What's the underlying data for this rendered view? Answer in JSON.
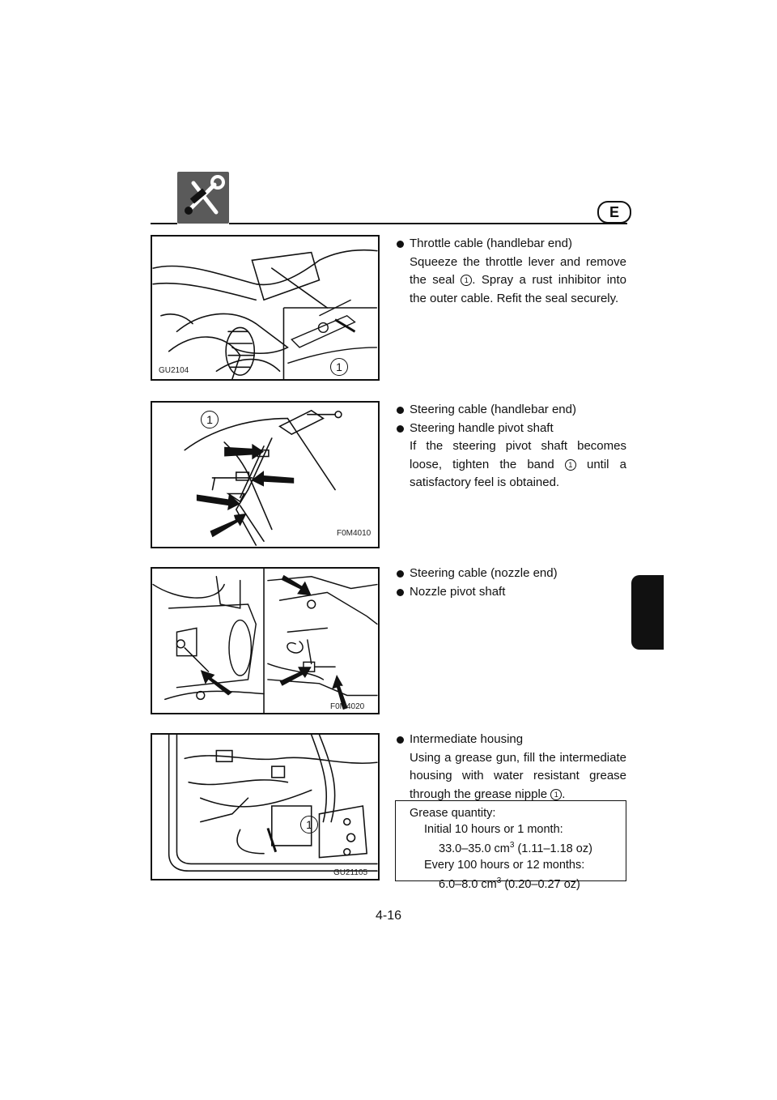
{
  "header": {
    "language_badge": "E",
    "tool_icon": "wrench-screwdriver-icon"
  },
  "figures": {
    "fig1_code": "GU2104",
    "fig1_callout": "1",
    "fig2_code": "F0M4010",
    "fig2_callout": "1",
    "fig3_code": "F0M4020",
    "fig4_code": "GU21105",
    "fig4_callout": "1"
  },
  "sections": {
    "s1": {
      "bullet1": "Throttle cable (handlebar end)",
      "text_a": "Squeeze the throttle lever and remove the seal ",
      "num": "1",
      "text_b": ". Spray a rust inhibitor into the outer cable. Refit the seal securely."
    },
    "s2": {
      "bullet1": "Steering cable (handlebar end)",
      "bullet2": "Steering handle pivot shaft",
      "text_a": "If the steering pivot shaft becomes loose, tighten the band ",
      "num": "1",
      "text_b": " until a satisfactory feel is obtained."
    },
    "s3": {
      "bullet1": "Steering cable (nozzle end)",
      "bullet2": "Nozzle pivot shaft"
    },
    "s4": {
      "bullet1": "Intermediate housing",
      "text_a": "Using a grease gun, fill the intermediate housing with water resistant grease through the grease nipple ",
      "num": "1",
      "text_b": "."
    }
  },
  "grease_box": {
    "title": "Grease quantity:",
    "line1": "Initial 10 hours or 1 month:",
    "line2_a": "33.0–35.0 cm",
    "line2_sup": "3",
    "line2_b": " (1.11–1.18 oz)",
    "line3": "Every 100 hours or 12 months:",
    "line4_a": "6.0–8.0 cm",
    "line4_sup": "3",
    "line4_b": " (0.20–0.27 oz)"
  },
  "page_number": "4-16"
}
